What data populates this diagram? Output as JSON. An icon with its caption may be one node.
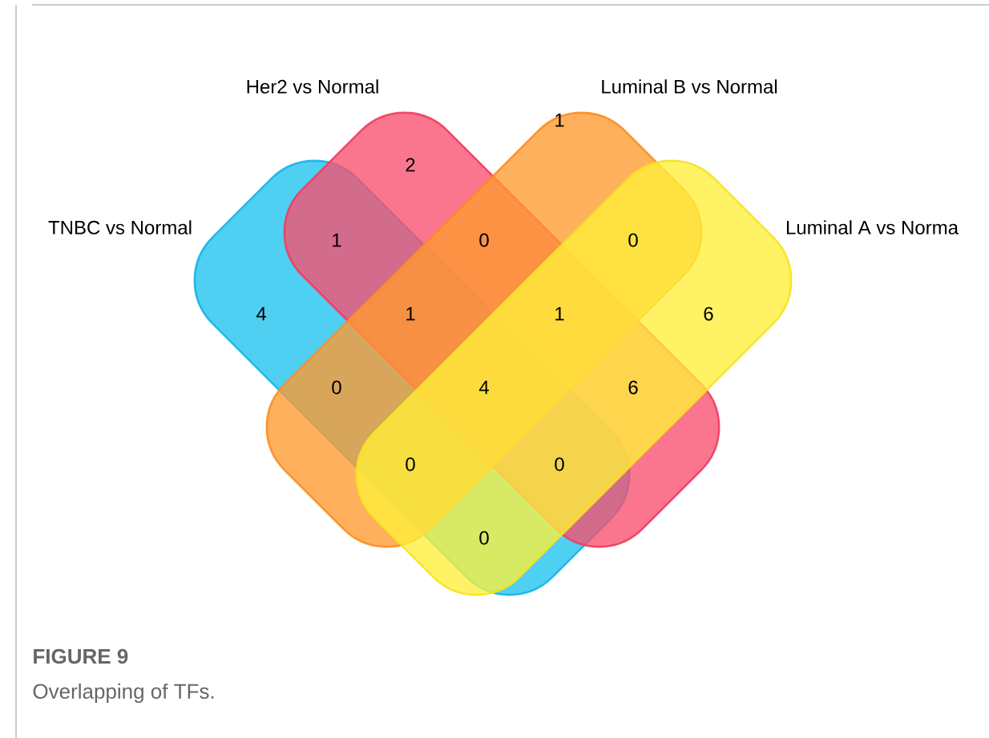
{
  "diagram": {
    "title": "FIGURE 9",
    "caption": "Overlapping of TFs.",
    "nodes": [
      {
        "text": [
          "TNBC vs Normal"
        ]
      },
      {
        "text": [
          "Her2 vs Normal"
        ]
      },
      {
        "text": [
          "Luminal B vs Normal"
        ]
      },
      {
        "text": [
          "Luminal A vs Norma"
        ]
      }
    ],
    "labels": [
      "2",
      "1",
      "1",
      "0",
      "0",
      "4",
      "1",
      "1",
      "6",
      "0",
      "4",
      "6",
      "0",
      "0",
      "0"
    ]
  }
}
